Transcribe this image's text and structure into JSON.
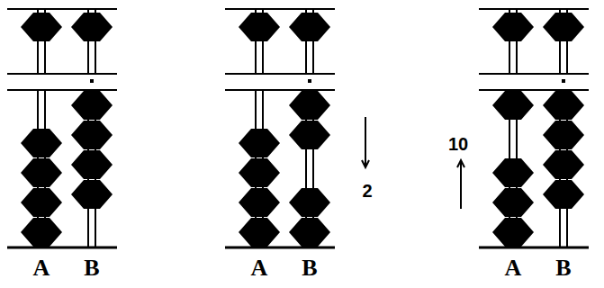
{
  "diagram": {
    "labels": [
      "A",
      "B",
      "A",
      "B",
      "2",
      "10",
      "A",
      "B"
    ]
  }
}
